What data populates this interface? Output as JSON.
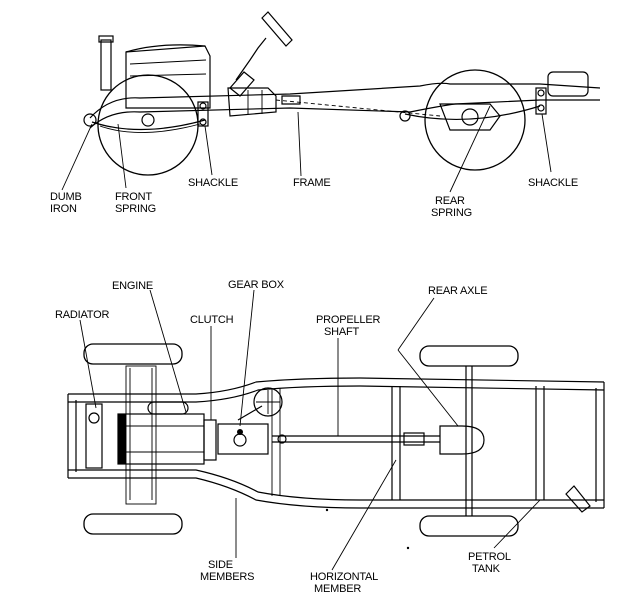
{
  "side_view": {
    "labels": {
      "dumb_iron": [
        "DUMB",
        "IRON"
      ],
      "front_spring": [
        "FRONT",
        "SPRING"
      ],
      "shackle_front": "SHACKLE",
      "frame": "FRAME",
      "rear_spring": [
        "REAR",
        "SPRING"
      ],
      "shackle_rear": "SHACKLE"
    }
  },
  "top_view": {
    "labels": {
      "engine": "ENGINE",
      "gear_box": "GEAR BOX",
      "radiator": "RADIATOR",
      "clutch": "CLUTCH",
      "propeller_shaft": [
        "PROPELLER",
        "SHAFT"
      ],
      "rear_axle": "REAR AXLE",
      "side_members": [
        "SIDE",
        "MEMBERS"
      ],
      "horizontal_member": [
        "HORIZONTAL",
        "MEMBER"
      ],
      "petrol_tank": [
        "PETROL",
        "TANK"
      ]
    }
  }
}
